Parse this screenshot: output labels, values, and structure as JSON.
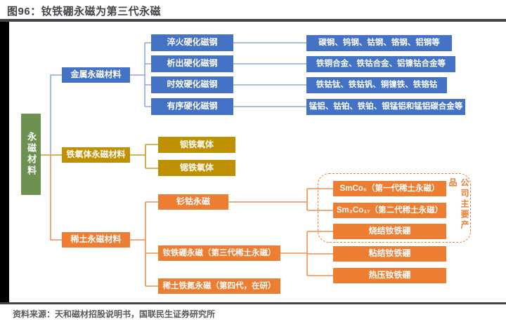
{
  "title": "图96：钕铁硼永磁为第三代永磁",
  "source": "资料来源：天和磁材招股说明书，国联民生证券研究所",
  "annotation": "公司主要产品",
  "root": {
    "label": "永磁材料"
  },
  "branches": {
    "metal": {
      "label": "金属永磁材料",
      "children": [
        {
          "label": "淬火硬化磁钢",
          "detail": "碳钢、钨钢、钴钢、铬钢、铝钢等"
        },
        {
          "label": "析出硬化磁钢",
          "detail": "铁铜合金、铁钴合金、铝镍钴合金等"
        },
        {
          "label": "时效硬化磁钢",
          "detail": "铁钴钛、铁钴钒、铜镍铁、铁铬钴"
        },
        {
          "label": "有序硬化磁钢",
          "detail": "锰铝、钴铂、铁铂、银锰铝和锰铝碳合金等"
        }
      ]
    },
    "ferrite": {
      "label": "铁氧体永磁材料",
      "children": [
        {
          "label": "钡铁氧体"
        },
        {
          "label": "锶铁氧体"
        }
      ]
    },
    "rare_earth": {
      "label": "稀土永磁材料",
      "children": [
        {
          "label": "钐钴永磁"
        },
        {
          "label": "钕铁硼永磁（第三代稀土永磁）"
        },
        {
          "label": "稀土铁氮永磁（第四代，在研）"
        }
      ],
      "products": [
        "SmCo₅（第一代稀土永磁）",
        "Sm₂Co₁₇（第二代稀土永磁）",
        "烧结钕铁硼",
        "粘结钕铁硼",
        "热压钕铁硼"
      ]
    }
  },
  "colors": {
    "blue": "#4472C4",
    "green": "#6C9150",
    "gold": "#BF9000",
    "orange": "#ED7D31"
  }
}
